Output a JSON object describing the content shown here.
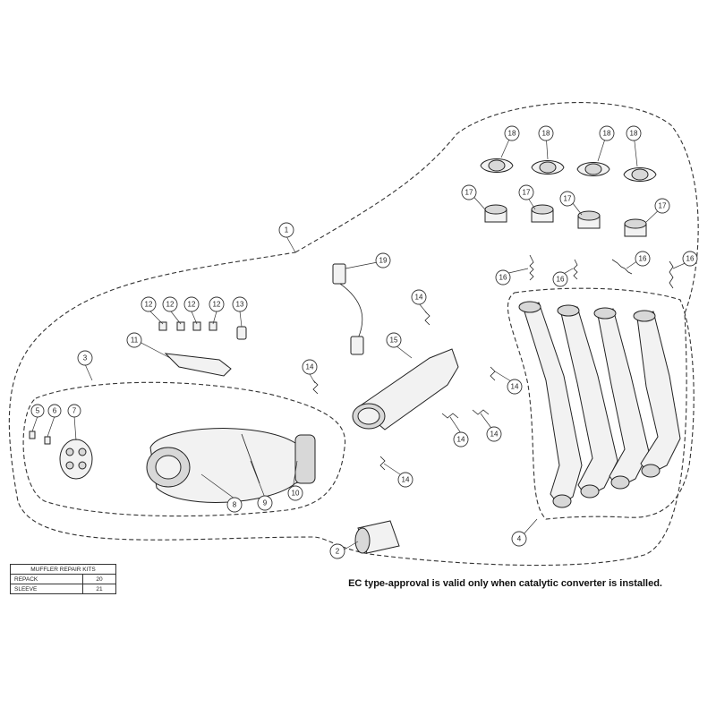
{
  "callouts": [
    {
      "id": "c1",
      "label": "1"
    },
    {
      "id": "c2",
      "label": "2"
    },
    {
      "id": "c3",
      "label": "3"
    },
    {
      "id": "c4",
      "label": "4"
    },
    {
      "id": "c5",
      "label": "5"
    },
    {
      "id": "c6",
      "label": "6"
    },
    {
      "id": "c7",
      "label": "7"
    },
    {
      "id": "c8",
      "label": "8"
    },
    {
      "id": "c9",
      "label": "9"
    },
    {
      "id": "c10",
      "label": "10"
    },
    {
      "id": "c11",
      "label": "11"
    },
    {
      "id": "c12a",
      "label": "12"
    },
    {
      "id": "c12b",
      "label": "12"
    },
    {
      "id": "c12c",
      "label": "12"
    },
    {
      "id": "c12d",
      "label": "12"
    },
    {
      "id": "c13",
      "label": "13"
    },
    {
      "id": "c14a",
      "label": "14"
    },
    {
      "id": "c14b",
      "label": "14"
    },
    {
      "id": "c14c",
      "label": "14"
    },
    {
      "id": "c14d",
      "label": "14"
    },
    {
      "id": "c14e",
      "label": "14"
    },
    {
      "id": "c14f",
      "label": "14"
    },
    {
      "id": "c15",
      "label": "15"
    },
    {
      "id": "c16a",
      "label": "16"
    },
    {
      "id": "c16b",
      "label": "16"
    },
    {
      "id": "c16c",
      "label": "16"
    },
    {
      "id": "c16d",
      "label": "16"
    },
    {
      "id": "c17a",
      "label": "17"
    },
    {
      "id": "c17b",
      "label": "17"
    },
    {
      "id": "c17c",
      "label": "17"
    },
    {
      "id": "c17d",
      "label": "17"
    },
    {
      "id": "c18a",
      "label": "18"
    },
    {
      "id": "c18b",
      "label": "18"
    },
    {
      "id": "c18c",
      "label": "18"
    },
    {
      "id": "c18d",
      "label": "18"
    },
    {
      "id": "c19",
      "label": "19"
    }
  ],
  "repair_kits": {
    "title": "MUFFLER REPAIR KITS",
    "rows": [
      {
        "name": "REPACK",
        "number": "20"
      },
      {
        "name": "SLEEVE",
        "number": "21"
      }
    ]
  },
  "note": "EC type-approval is valid only when catalytic converter is installed."
}
